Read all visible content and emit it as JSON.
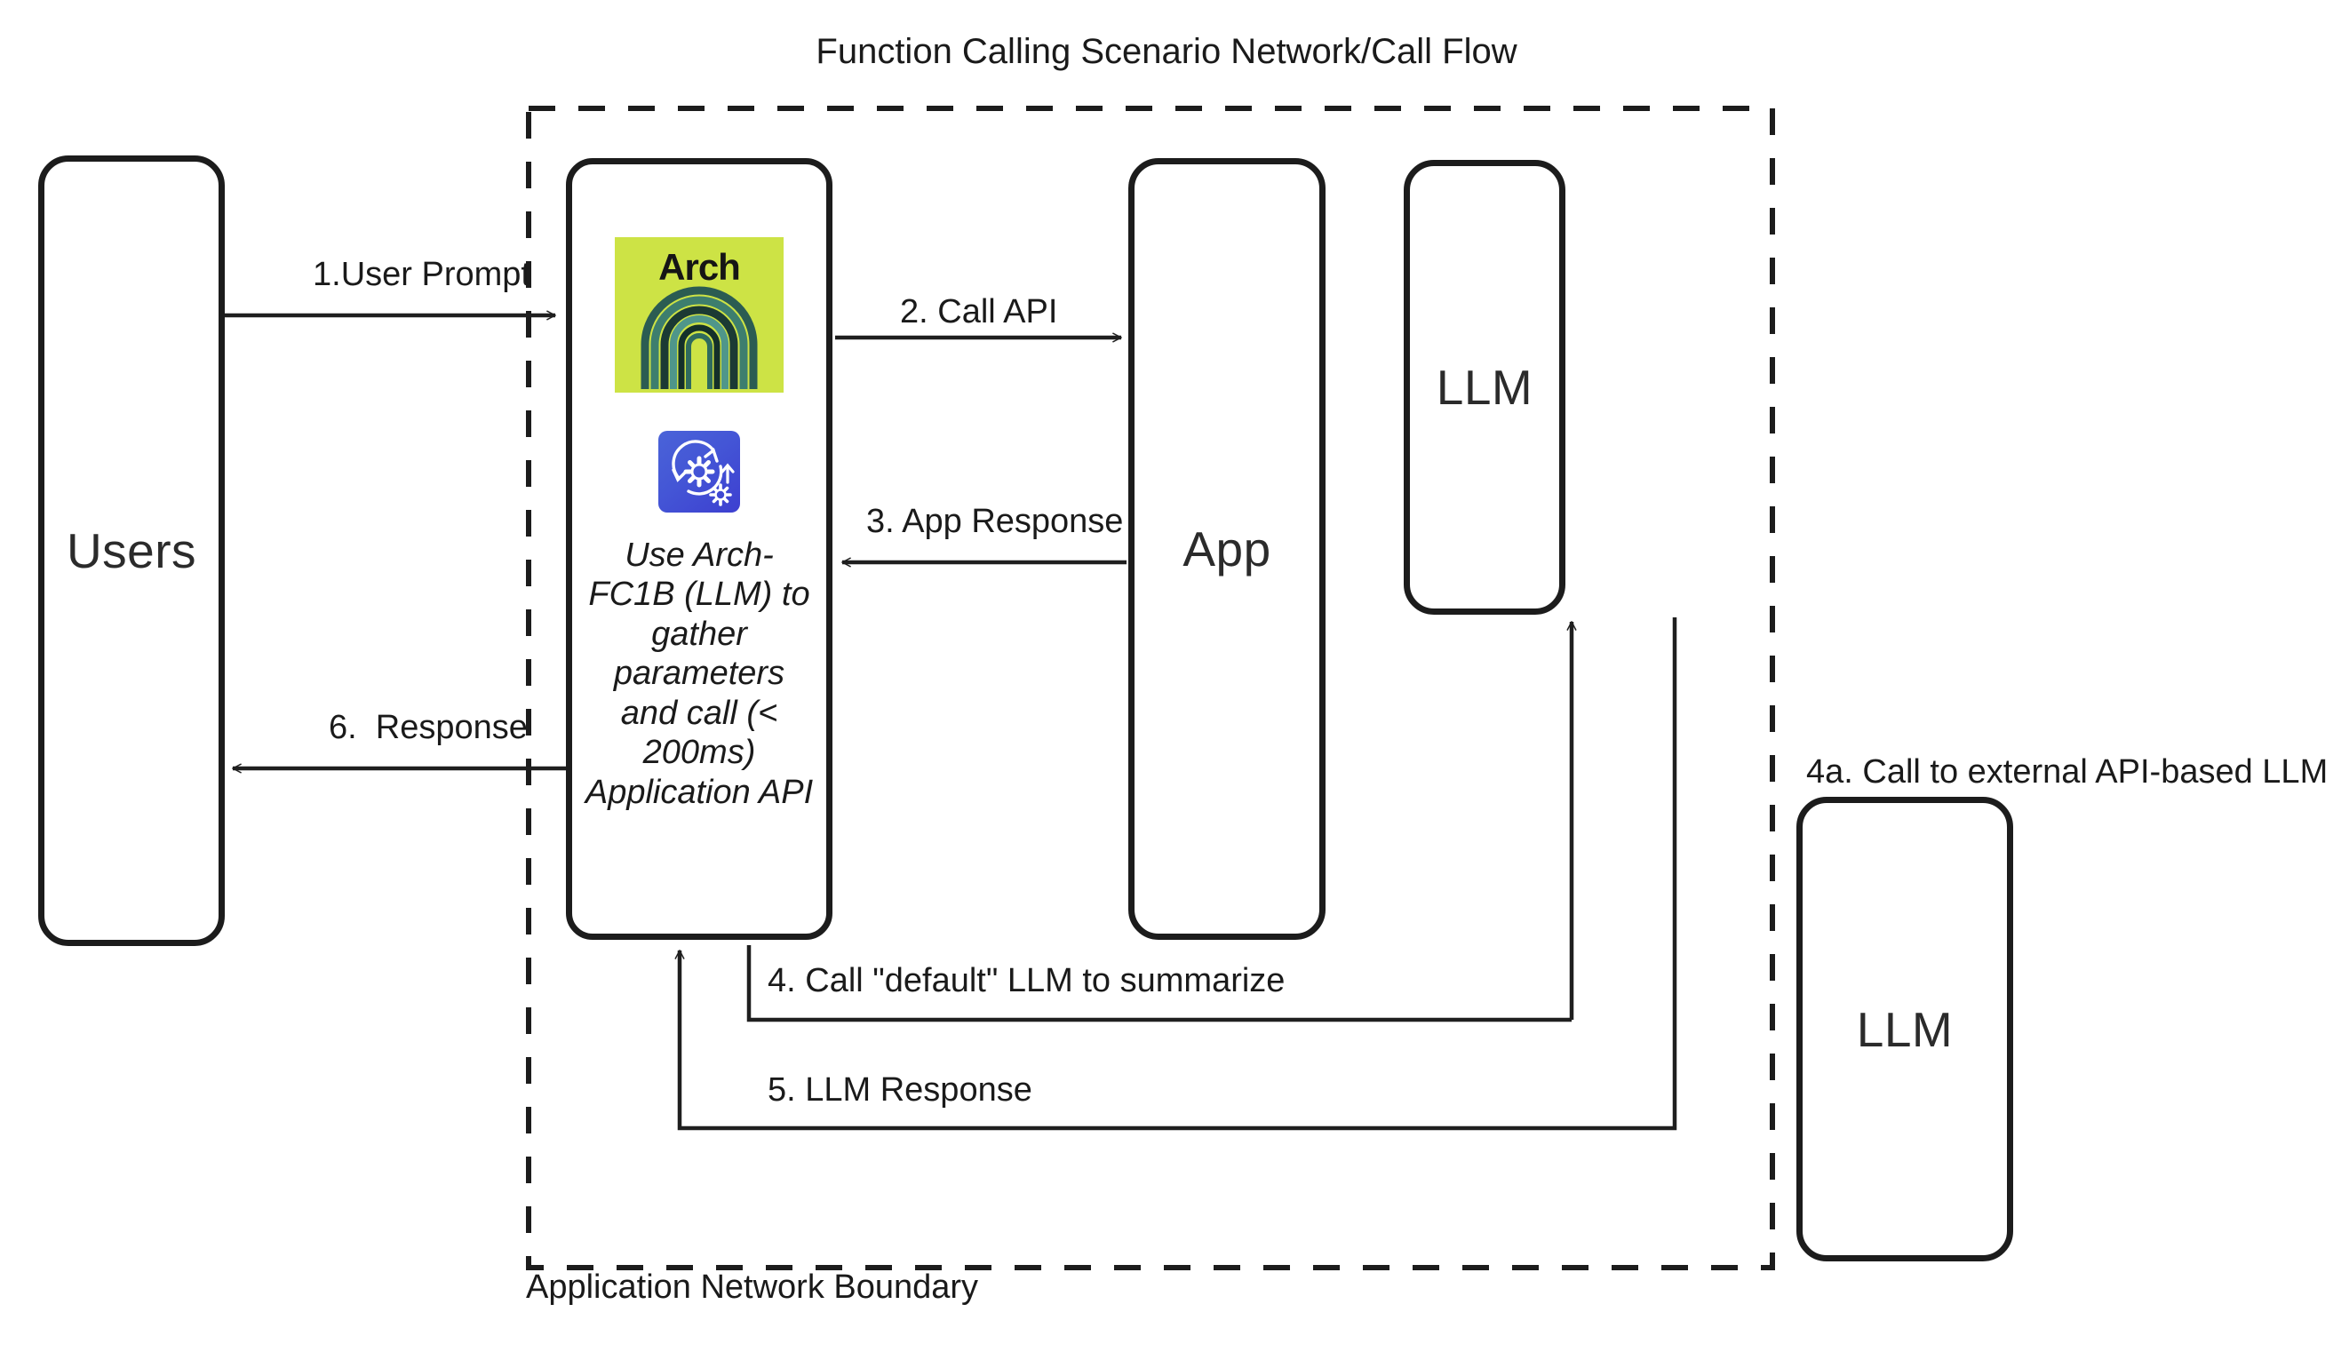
{
  "diagram": {
    "title": "Function Calling Scenario Network/Call Flow",
    "boundary_caption": "Application Network Boundary",
    "boundary_style": "dashed",
    "accent_colors": {
      "arch_logo_background": "#cde345",
      "arch_logo_arch": "#2f6b5e",
      "gear_tile_background": "#4456d6",
      "stroke": "#1c1c1c",
      "text": "#1a1a1a"
    }
  },
  "nodes": {
    "users": {
      "label": "Users"
    },
    "arch": {
      "logo_text": "Arch",
      "logo_icon": "arch-rainbow-icon",
      "gear_icon": "gears-refresh-icon",
      "note": "Use Arch-FC1B (LLM) to gather parameters and call (< 200ms) Application API"
    },
    "app": {
      "label": "App"
    },
    "llm_internal": {
      "label": "LLM"
    },
    "llm_external": {
      "label": "LLM"
    }
  },
  "flows": [
    {
      "id": "1",
      "label": "1.User Prompt",
      "from": "users",
      "to": "arch",
      "direction": "right"
    },
    {
      "id": "2",
      "label": "2. Call API",
      "from": "arch",
      "to": "app",
      "direction": "right"
    },
    {
      "id": "3",
      "label": "3. App Response",
      "from": "app",
      "to": "arch",
      "direction": "left"
    },
    {
      "id": "4",
      "label": "4. Call \"default\" LLM to summarize",
      "from": "arch",
      "to": "llm_internal",
      "direction": "up"
    },
    {
      "id": "4a",
      "label": "4a. Call to external API-based LLM",
      "from": "llm_internal",
      "to": "llm_external",
      "direction": "external"
    },
    {
      "id": "5",
      "label": "5. LLM Response",
      "from": "llm_internal",
      "to": "arch",
      "direction": "left"
    },
    {
      "id": "6",
      "label": "6.  Response",
      "from": "arch",
      "to": "users",
      "direction": "left"
    }
  ]
}
